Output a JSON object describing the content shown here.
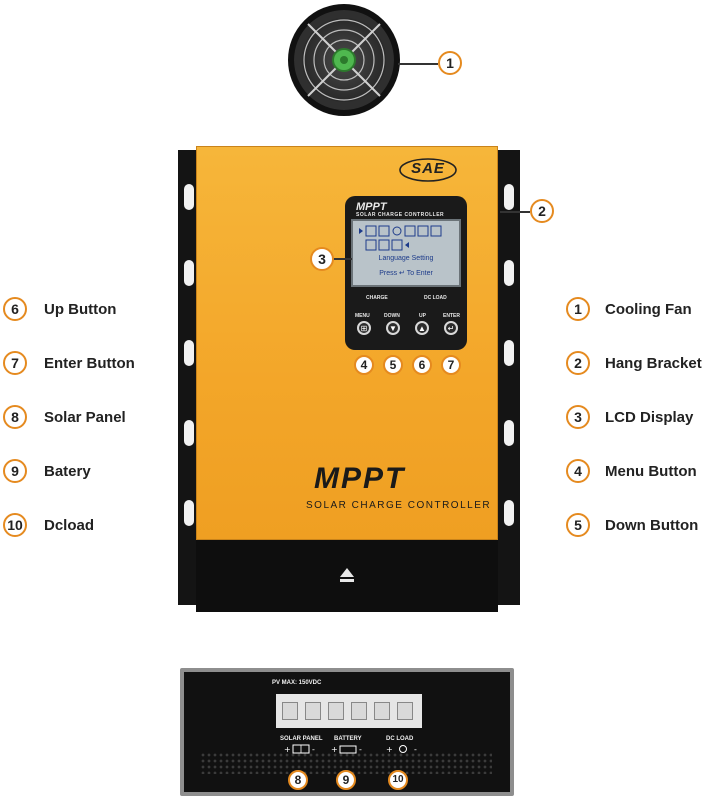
{
  "brand": {
    "logo_text": "SAE",
    "panel_title": "MPPT",
    "panel_subtitle": "SOLAR CHARGE CONTROLLER",
    "main_title": "MPPT",
    "main_subtitle": "SOLAR CHARGE CONTROLLER"
  },
  "lcd": {
    "line1": "Language Setting",
    "line2": "Press ↵ To Enter"
  },
  "panel_labels": {
    "charge": "CHARGE",
    "dc_load": "DC LOAD",
    "menu": "MENU",
    "down": "DOWN",
    "up": "UP",
    "enter": "ENTER"
  },
  "terminal": {
    "pv_max": "PV MAX: 150VDC",
    "solar_panel": "SOLAR PANEL",
    "battery": "BATTERY",
    "dc_load": "DC LOAD"
  },
  "legend_left": [
    {
      "num": "6",
      "label": "Up Button"
    },
    {
      "num": "7",
      "label": "Enter Button"
    },
    {
      "num": "8",
      "label": "Solar Panel"
    },
    {
      "num": "9",
      "label": "Batery"
    },
    {
      "num": "10",
      "label": "Dcload"
    }
  ],
  "legend_right": [
    {
      "num": "1",
      "label": "Cooling Fan"
    },
    {
      "num": "2",
      "label": "Hang Bracket"
    },
    {
      "num": "3",
      "label": "LCD Display"
    },
    {
      "num": "4",
      "label": "Menu Button"
    },
    {
      "num": "5",
      "label": "Down Button"
    }
  ],
  "callouts": {
    "fan": "1",
    "bracket": "2",
    "lcd": "3",
    "menu": "4",
    "down": "5",
    "up": "6",
    "enter": "7",
    "solar": "8",
    "battery": "9",
    "dcload": "10"
  },
  "colors": {
    "accent": "#e58a1f",
    "housing": "#f3a629",
    "dark": "#111111"
  }
}
